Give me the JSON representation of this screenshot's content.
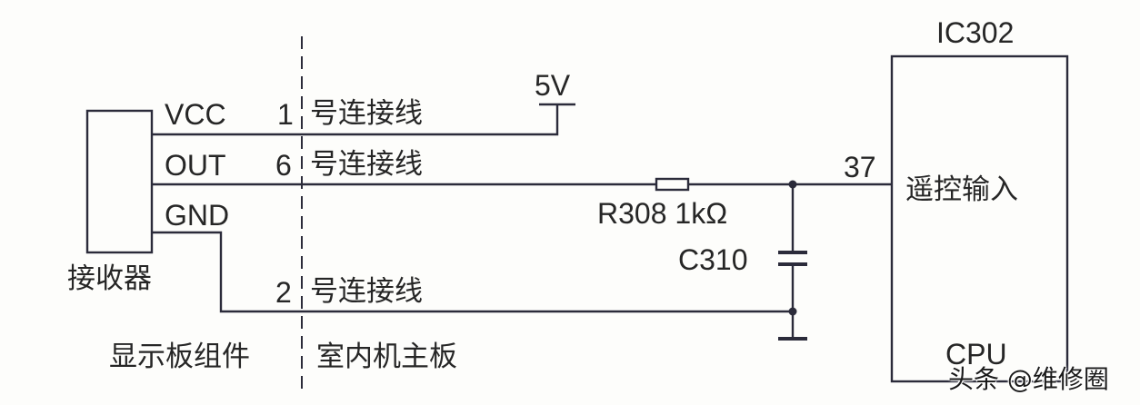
{
  "diagram": {
    "type": "circuit-schematic",
    "colors": {
      "line": "#2b2b3a",
      "background": "#fdfdfb",
      "text": "#262626"
    },
    "receiver": {
      "label": "接收器",
      "pins": {
        "vcc": "VCC",
        "out": "OUT",
        "gnd": "GND"
      }
    },
    "connectors": [
      {
        "number": "1",
        "label": "号连接线"
      },
      {
        "number": "6",
        "label": "号连接线"
      },
      {
        "number": "2",
        "label": "号连接线"
      }
    ],
    "supply": {
      "label": "5V"
    },
    "resistor": {
      "ref": "R308",
      "value": "1kΩ",
      "label": "R308 1kΩ"
    },
    "capacitor": {
      "ref": "C310",
      "label": "C310"
    },
    "ic": {
      "ref": "IC302",
      "pin_number": "37",
      "pin_function": "遥控输入",
      "name": "CPU"
    },
    "sections": {
      "left": "显示板组件",
      "right": "室内机主板"
    },
    "watermark": "头条 @维修圈"
  }
}
